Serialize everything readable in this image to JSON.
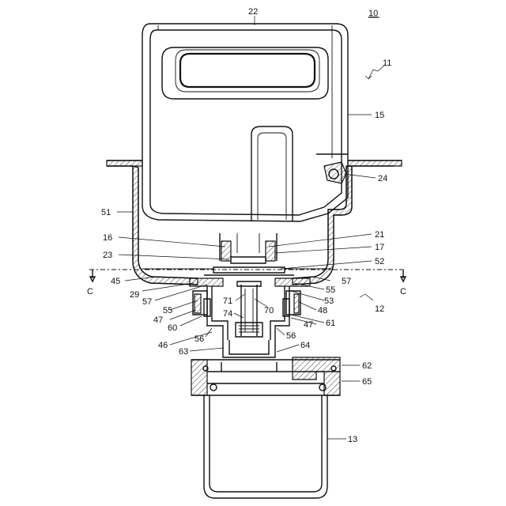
{
  "labels": {
    "fig_ref": "10",
    "l22": "22",
    "l11": "11",
    "l15": "15",
    "l24": "24",
    "l51": "51",
    "l16": "16",
    "l21": "21",
    "l17": "17",
    "l23": "23",
    "l52": "52",
    "l45": "45",
    "l57a": "57",
    "l29": "29",
    "l55a": "55",
    "lC_left": "C",
    "lC_right": "C",
    "l57b": "57",
    "l71": "71",
    "l55b": "55",
    "l53": "53",
    "l12": "12",
    "l70": "70",
    "l48": "48",
    "l47a": "47",
    "l74": "74",
    "l60": "60",
    "l47b": "47",
    "l61": "61",
    "l56a": "56",
    "l56b": "56",
    "l46": "46",
    "l64": "64",
    "l63": "63",
    "l62": "62",
    "l65": "65",
    "l13": "13"
  }
}
